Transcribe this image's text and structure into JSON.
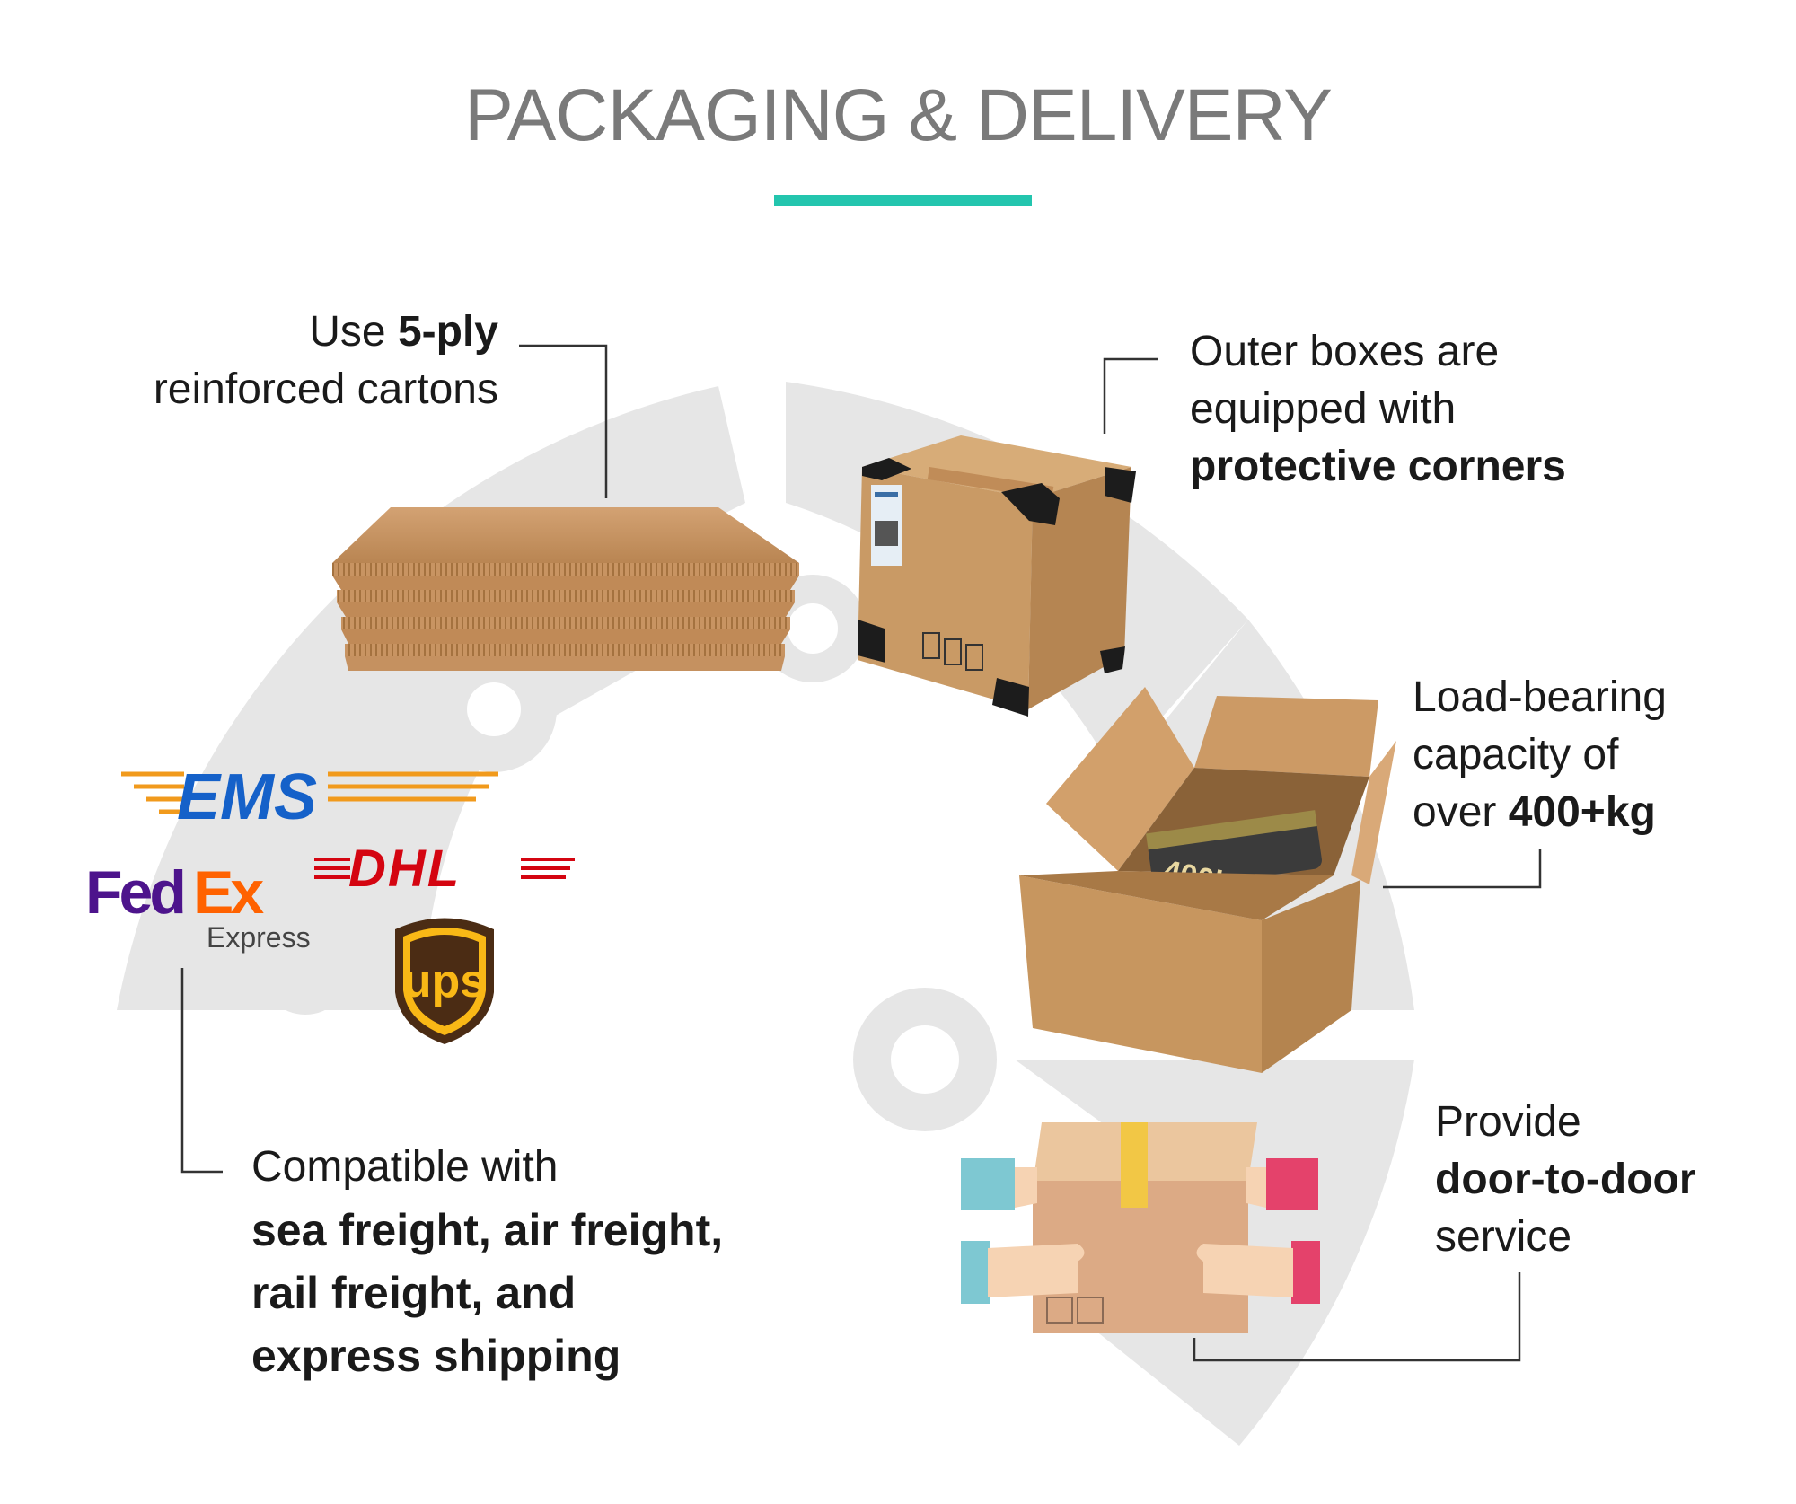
{
  "title": "PACKAGING & DELIVERY",
  "accent_color": "#23c5ae",
  "features": {
    "ply": {
      "prefix": "Use ",
      "bold": "5-ply",
      "line2": "reinforced cartons"
    },
    "corners": {
      "line1": "Outer boxes are",
      "line2": "equipped with",
      "bold": "protective corners"
    },
    "load": {
      "line1": "Load-bearing",
      "line2": "capacity of",
      "prefix3": "over ",
      "bold": "400+kg"
    },
    "shipping": {
      "line1": "Compatible with",
      "bold1": "sea freight, air freight,",
      "bold2": "rail freight, and",
      "bold3": "express shipping"
    },
    "door": {
      "line1": "Provide",
      "bold": "door-to-door",
      "line3": "service"
    }
  },
  "weight_label": "400kg",
  "carriers": {
    "ems": "EMS",
    "fedex_fed": "Fed",
    "fedex_ex": "Ex",
    "fedex_sub": "Express",
    "dhl": "DHL",
    "ups": "ups"
  },
  "icons": [
    "cardboard-layers-icon",
    "box-with-corners-icon",
    "open-box-weight-icon",
    "hands-holding-box-icon",
    "ems-logo",
    "fedex-logo",
    "dhl-logo",
    "ups-logo"
  ]
}
